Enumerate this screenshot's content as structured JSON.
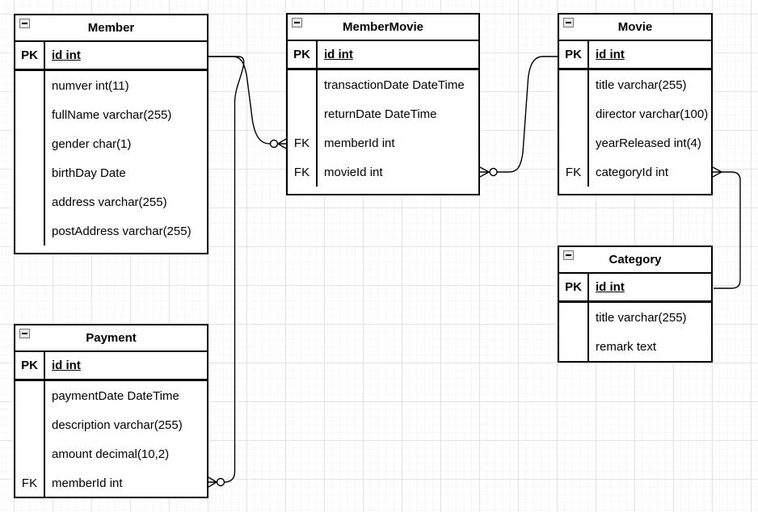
{
  "canvas": {
    "background_color": "#ffffff",
    "grid_minor_color": "#f6f6f6",
    "grid_major_color": "#e4e4e4",
    "icons": {
      "collapse": "minus-icon"
    }
  },
  "entities": [
    {
      "id": "member",
      "title": "Member",
      "fields": [
        {
          "key": "PK",
          "name": "id int"
        },
        {
          "key": "",
          "name": "numver int(11)"
        },
        {
          "key": "",
          "name": "fullName varchar(255)"
        },
        {
          "key": "",
          "name": "gender char(1)"
        },
        {
          "key": "",
          "name": "birthDay Date"
        },
        {
          "key": "",
          "name": "address varchar(255)"
        },
        {
          "key": "",
          "name": "postAddress varchar(255)"
        }
      ]
    },
    {
      "id": "membermovie",
      "title": "MemberMovie",
      "fields": [
        {
          "key": "PK",
          "name": "id int"
        },
        {
          "key": "",
          "name": "transactionDate DateTime"
        },
        {
          "key": "",
          "name": "returnDate DateTime"
        },
        {
          "key": "FK",
          "name": "memberId int"
        },
        {
          "key": "FK",
          "name": "movieId int"
        }
      ]
    },
    {
      "id": "movie",
      "title": "Movie",
      "fields": [
        {
          "key": "PK",
          "name": "id int"
        },
        {
          "key": "",
          "name": "title varchar(255)"
        },
        {
          "key": "",
          "name": "director varchar(100)"
        },
        {
          "key": "",
          "name": "yearReleased int(4)"
        },
        {
          "key": "FK",
          "name": "categoryId int"
        }
      ]
    },
    {
      "id": "category",
      "title": "Category",
      "fields": [
        {
          "key": "PK",
          "name": "id int"
        },
        {
          "key": "",
          "name": "title varchar(255)"
        },
        {
          "key": "",
          "name": "remark text"
        }
      ]
    },
    {
      "id": "payment",
      "title": "Payment",
      "fields": [
        {
          "key": "PK",
          "name": "id int"
        },
        {
          "key": "",
          "name": "paymentDate DateTime"
        },
        {
          "key": "",
          "name": "description varchar(255)"
        },
        {
          "key": "",
          "name": "amount decimal(10,2)"
        },
        {
          "key": "FK",
          "name": "memberId int"
        }
      ]
    }
  ],
  "relationships": [
    {
      "one_side": "Member.id",
      "many_side": "MemberMovie.memberId",
      "many_marker": "zero-or-many"
    },
    {
      "one_side": "Movie.id",
      "many_side": "MemberMovie.movieId",
      "many_marker": "zero-or-many"
    },
    {
      "one_side": "Category.id",
      "many_side": "Movie.categoryId",
      "many_marker": "many"
    },
    {
      "one_side": "Member.id",
      "many_side": "Payment.memberId",
      "many_marker": "zero-or-many"
    }
  ]
}
